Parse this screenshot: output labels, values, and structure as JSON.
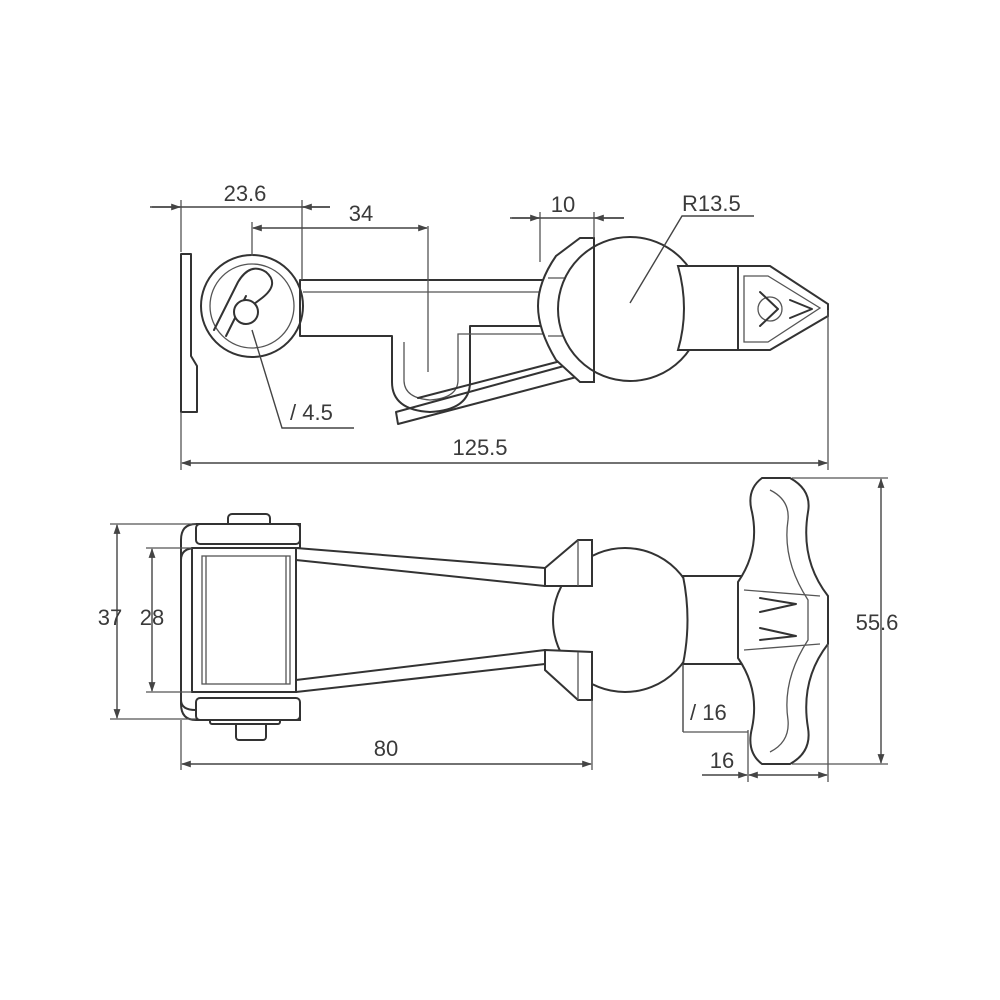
{
  "colors": {
    "line": "#333333",
    "text": "#3a3a3a",
    "background": "#ffffff"
  },
  "side_view": {
    "dimensions": {
      "pivot_offset": "23.6",
      "arm_length": "34",
      "cone_width": "10",
      "ball_radius": "R13.5",
      "pin_diameter": "/ 4.5",
      "overall_length": "125.5"
    }
  },
  "top_view": {
    "dimensions": {
      "outer_width": "37",
      "inner_width": "28",
      "bracket_length": "80",
      "handle_height": "55.6",
      "neck_diameter": "/ 16",
      "handle_thickness": "16"
    }
  }
}
